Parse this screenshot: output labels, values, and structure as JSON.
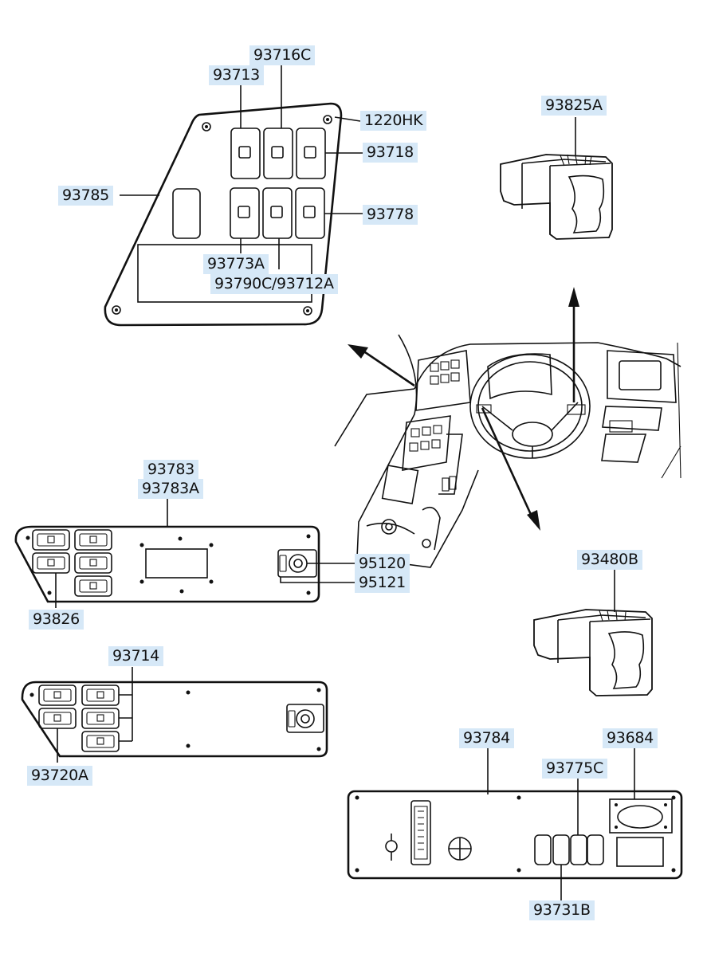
{
  "labels": {
    "p93716C": "93716C",
    "p93713": "93713",
    "p1220HK": "1220HK",
    "p93718": "93718",
    "p93785": "93785",
    "p93778": "93778",
    "p93773A": "93773A",
    "p93790C_93712A": "93790C/93712A",
    "p93825A": "93825A",
    "p93783": "93783",
    "p93783A": "93783A",
    "p95120": "95120",
    "p95121": "95121",
    "p93826": "93826",
    "p93480B": "93480B",
    "p93714": "93714",
    "p93720A": "93720A",
    "p93784": "93784",
    "p93684": "93684",
    "p93775C": "93775C",
    "p93731B": "93731B"
  },
  "colors": {
    "label_background": "#d6e8f7",
    "line": "#111111"
  }
}
